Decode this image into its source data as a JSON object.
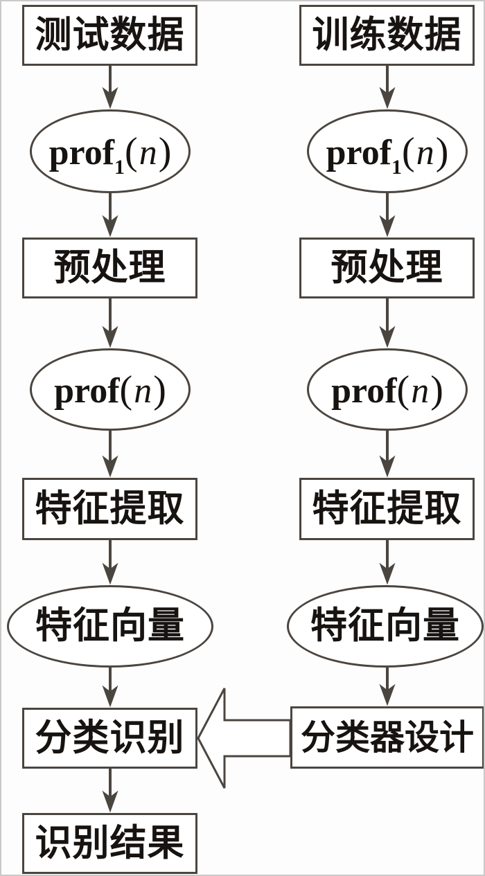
{
  "diagram": {
    "type": "flowchart",
    "language": "zh-CN",
    "colors": {
      "line": "#4b4540",
      "text": "#171310",
      "node_fill": "#ffffff",
      "background": "#fdfdfd"
    },
    "left_column": {
      "nodes": [
        {
          "type": "rect",
          "label": "测试数据"
        },
        {
          "type": "ellipse",
          "formula": {
            "fn": "prof",
            "sub": "1",
            "open": "(",
            "arg": "n",
            "close": ")"
          }
        },
        {
          "type": "rect",
          "label": "预处理"
        },
        {
          "type": "ellipse",
          "formula": {
            "fn": "prof",
            "open": "(",
            "arg": "n",
            "close": ")"
          }
        },
        {
          "type": "rect",
          "label": "特征提取"
        },
        {
          "type": "ellipse",
          "label": "特征向量"
        },
        {
          "type": "rect",
          "label": "分类识别"
        },
        {
          "type": "rect",
          "label": "识别结果"
        }
      ]
    },
    "right_column": {
      "nodes": [
        {
          "type": "rect",
          "label": "训练数据"
        },
        {
          "type": "ellipse",
          "formula": {
            "fn": "prof",
            "sub": "1",
            "open": "(",
            "arg": "n",
            "close": ")"
          }
        },
        {
          "type": "rect",
          "label": "预处理"
        },
        {
          "type": "ellipse",
          "formula": {
            "fn": "prof",
            "open": "(",
            "arg": "n",
            "close": ")"
          }
        },
        {
          "type": "rect",
          "label": "特征提取"
        },
        {
          "type": "ellipse",
          "label": "特征向量"
        },
        {
          "type": "rect",
          "label": "分类器设计"
        }
      ]
    },
    "edges": [
      {
        "from": "测试数据",
        "to": "prof1(n) 左",
        "style": "arrow-down"
      },
      {
        "from": "prof1(n) 左",
        "to": "预处理 左",
        "style": "arrow-down"
      },
      {
        "from": "预处理 左",
        "to": "prof(n) 左",
        "style": "arrow-down"
      },
      {
        "from": "prof(n) 左",
        "to": "特征提取 左",
        "style": "arrow-down"
      },
      {
        "from": "特征提取 左",
        "to": "特征向量 左",
        "style": "arrow-down"
      },
      {
        "from": "特征向量 左",
        "to": "分类识别",
        "style": "arrow-down"
      },
      {
        "from": "分类识别",
        "to": "识别结果",
        "style": "arrow-down"
      },
      {
        "from": "训练数据",
        "to": "prof1(n) 右",
        "style": "arrow-down"
      },
      {
        "from": "prof1(n) 右",
        "to": "预处理 右",
        "style": "arrow-down"
      },
      {
        "from": "预处理 右",
        "to": "prof(n) 右",
        "style": "arrow-down"
      },
      {
        "from": "prof(n) 右",
        "to": "特征提取 右",
        "style": "arrow-down"
      },
      {
        "from": "特征提取 右",
        "to": "特征向量 右",
        "style": "arrow-down"
      },
      {
        "from": "特征向量 右",
        "to": "分类器设计",
        "style": "arrow-down"
      },
      {
        "from": "分类器设计",
        "to": "分类识别",
        "style": "hollow-block-arrow-left"
      }
    ]
  }
}
